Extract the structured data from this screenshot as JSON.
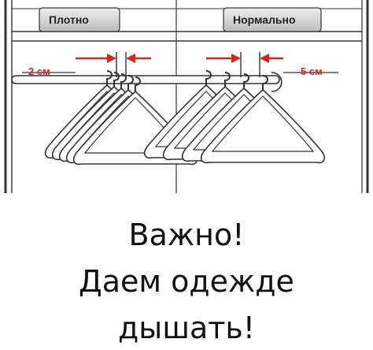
{
  "labels": {
    "tight": "Плотно",
    "normal": "Нормально",
    "gap_small": "2 см",
    "gap_large": "5 см"
  },
  "caption": {
    "line1": "Важно!",
    "line2": "Даем одежде",
    "line3": "дышать!"
  },
  "colors": {
    "ink": "#333333",
    "arrow_red": "#d9261c",
    "label_bg": "#d9d9d9"
  }
}
